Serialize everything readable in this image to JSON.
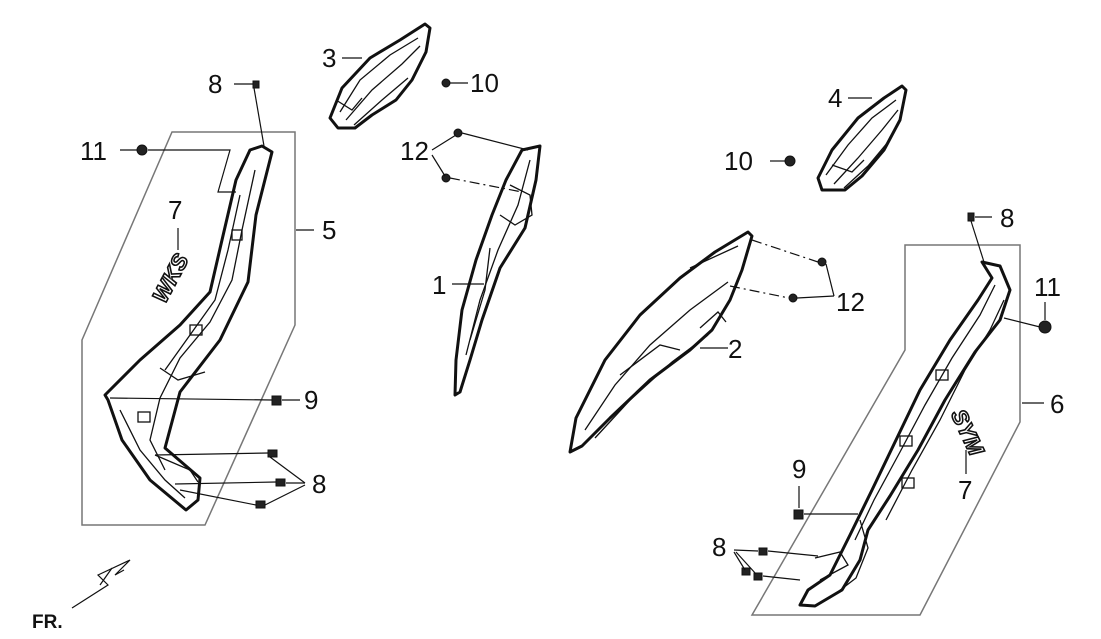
{
  "callouts": {
    "p1": "1",
    "p2": "2",
    "p3": "3",
    "p4": "4",
    "p5": "5",
    "p6": "6",
    "p7_left": "7",
    "p7_right": "7",
    "p8_top_left": "8",
    "p8_bottom_left": "8",
    "p8_top_right": "8",
    "p8_bottom_right": "8",
    "p9_left": "9",
    "p9_right": "9",
    "p10_left": "10",
    "p10_right": "10",
    "p11_left": "11",
    "p11_right": "11",
    "p12_left": "12",
    "p12_right": "12"
  },
  "emblems": {
    "left": "WKS",
    "right": "SYM"
  },
  "direction_label": "FR."
}
